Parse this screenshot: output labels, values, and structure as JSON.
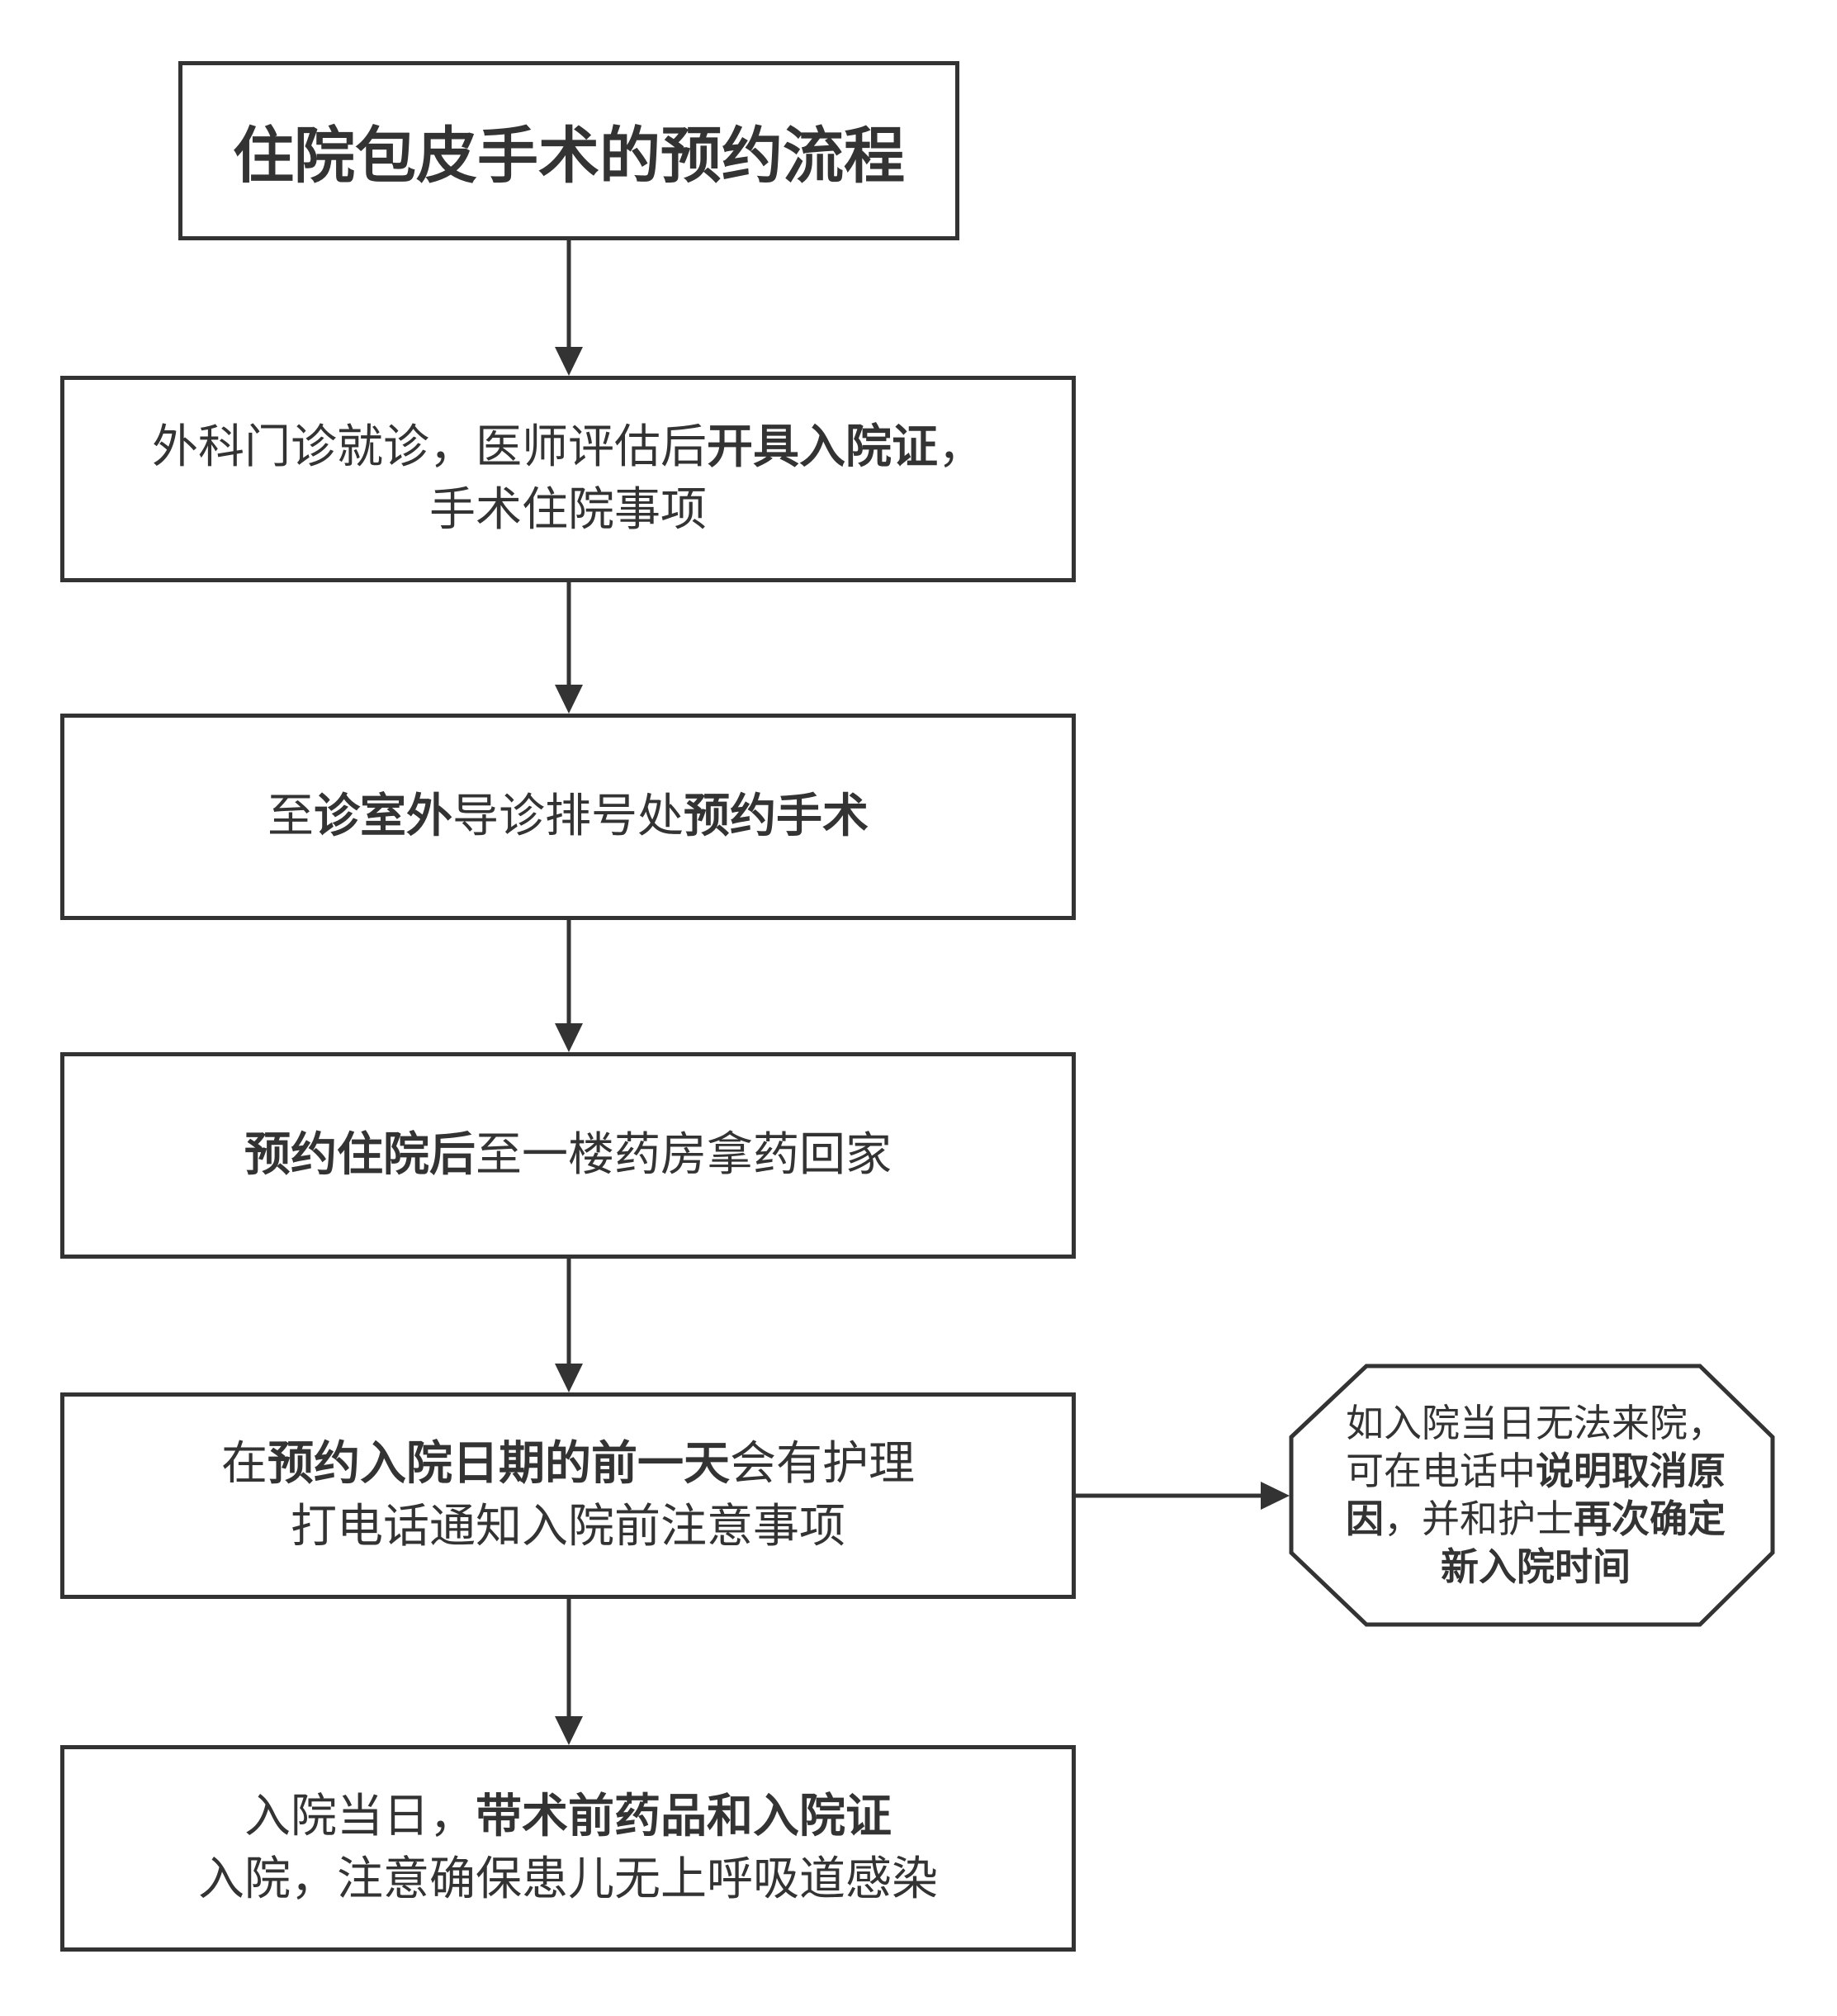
{
  "title": "住院包皮手术的预约流程",
  "steps": [
    {
      "lines": [
        [
          {
            "text": "外科门诊就诊，医师评估后",
            "bold": false
          },
          {
            "text": "开具入院证",
            "bold": true
          },
          {
            "text": "，",
            "bold": false
          }
        ],
        [
          {
            "text": "手术住院事项",
            "bold": false
          }
        ]
      ]
    },
    {
      "lines": [
        [
          {
            "text": "至",
            "bold": false
          },
          {
            "text": "诊室外",
            "bold": true
          },
          {
            "text": "导诊排号处",
            "bold": false
          },
          {
            "text": "预约手术",
            "bold": true
          }
        ]
      ]
    },
    {
      "lines": [
        [
          {
            "text": "预约住院后",
            "bold": true
          },
          {
            "text": "至一楼药房拿药回家",
            "bold": false
          }
        ]
      ]
    },
    {
      "lines": [
        [
          {
            "text": "在",
            "bold": false
          },
          {
            "text": "预约入院日期的前一天",
            "bold": true
          },
          {
            "text": "会有护理",
            "bold": false
          }
        ],
        [
          {
            "text": "打电话通知入院前注意事项",
            "bold": false
          }
        ]
      ]
    },
    {
      "lines": [
        [
          {
            "text": "入院当日，",
            "bold": false
          },
          {
            "text": "带术前药品和入院证",
            "bold": true
          }
        ],
        [
          {
            "text": "入院，注意确保患儿无上呼吸道感染",
            "bold": false
          }
        ]
      ]
    }
  ],
  "note": {
    "lines": [
      [
        {
          "text": "如入院当日无法来院，",
          "bold": false
        }
      ],
      [
        {
          "text": "可在电话中",
          "bold": false
        },
        {
          "text": "说明取消原",
          "bold": true
        }
      ],
      [
        {
          "text": "因",
          "bold": true
        },
        {
          "text": "，并和护士",
          "bold": false
        },
        {
          "text": "再次确定",
          "bold": true
        }
      ],
      [
        {
          "text": "新入院时间",
          "bold": true
        }
      ]
    ]
  },
  "colors": {
    "stroke": "#333333",
    "text": "#333333",
    "background": "#ffffff"
  }
}
